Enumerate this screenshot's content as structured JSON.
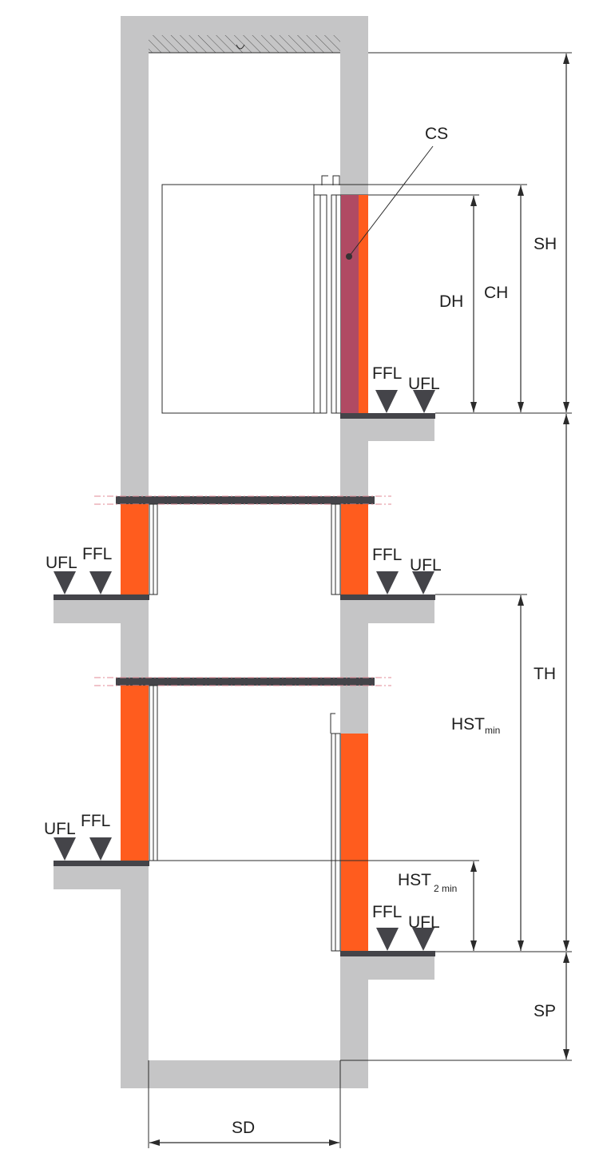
{
  "colors": {
    "wall": "#c5c5c6",
    "floor_slab": "#444449",
    "door_frame_orange": "#ff5c1e",
    "cabin_door_maroon": "#b04a63",
    "line": "#2b2b2b",
    "dashdot": "#e08a95"
  },
  "labels": {
    "cs": "CS",
    "dh": "DH",
    "ch": "CH",
    "sh": "SH",
    "th": "TH",
    "sp": "SP",
    "sd": "SD",
    "hst_main": "HST",
    "hst_sub": "min",
    "hst2_main": "HST",
    "hst2_sub": "2 min",
    "ffl": "FFL",
    "ufl": "UFL"
  }
}
